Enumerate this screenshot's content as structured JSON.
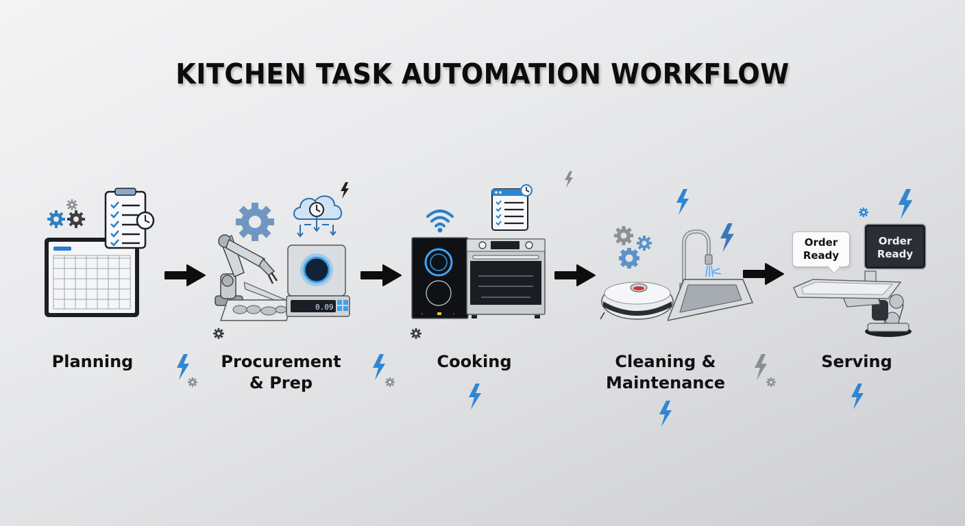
{
  "title": "KITCHEN TASK AUTOMATION WORKFLOW",
  "colors": {
    "accent_blue": "#2f86d4",
    "gear_dark": "#3a3d42",
    "gear_gray": "#8c9096",
    "arrow": "#0d0d0d",
    "background_top": "#f4f4f5",
    "background_bottom": "#cdced2"
  },
  "stages": [
    {
      "label_line1": "Planning",
      "label_line2": "",
      "icons": [
        "tablet-calendar-icon",
        "clipboard-checklist-icon",
        "clock-icon",
        "gears-icon"
      ]
    },
    {
      "label_line1": "Procurement",
      "label_line2": "& Prep",
      "icons": [
        "robotic-arm-icon",
        "knife-icon",
        "cutting-board-icon",
        "smart-scale-icon",
        "cloud-clock-icon",
        "gear-icon"
      ],
      "scale_display": "0.09"
    },
    {
      "label_line1": "Cooking",
      "label_line2": "",
      "icons": [
        "induction-cooktop-icon",
        "wall-oven-icon",
        "wifi-icon",
        "checklist-window-icon",
        "clock-icon"
      ]
    },
    {
      "label_line1": "Cleaning &",
      "label_line2": "Maintenance",
      "icons": [
        "robot-vacuum-icon",
        "faucet-icon",
        "sink-icon",
        "gears-icon",
        "lightning-icon"
      ]
    },
    {
      "label_line1": "Serving",
      "label_line2": "",
      "icons": [
        "serving-robot-icon",
        "tray-icon",
        "display-screen-icon",
        "speech-bubble-icon"
      ],
      "bubble_line1": "Order",
      "bubble_line2": "Ready",
      "screen_line1": "Order",
      "screen_line2": "Ready"
    }
  ],
  "arrows": 4,
  "decorations": [
    "lightning-icon",
    "small-gear-icon"
  ]
}
